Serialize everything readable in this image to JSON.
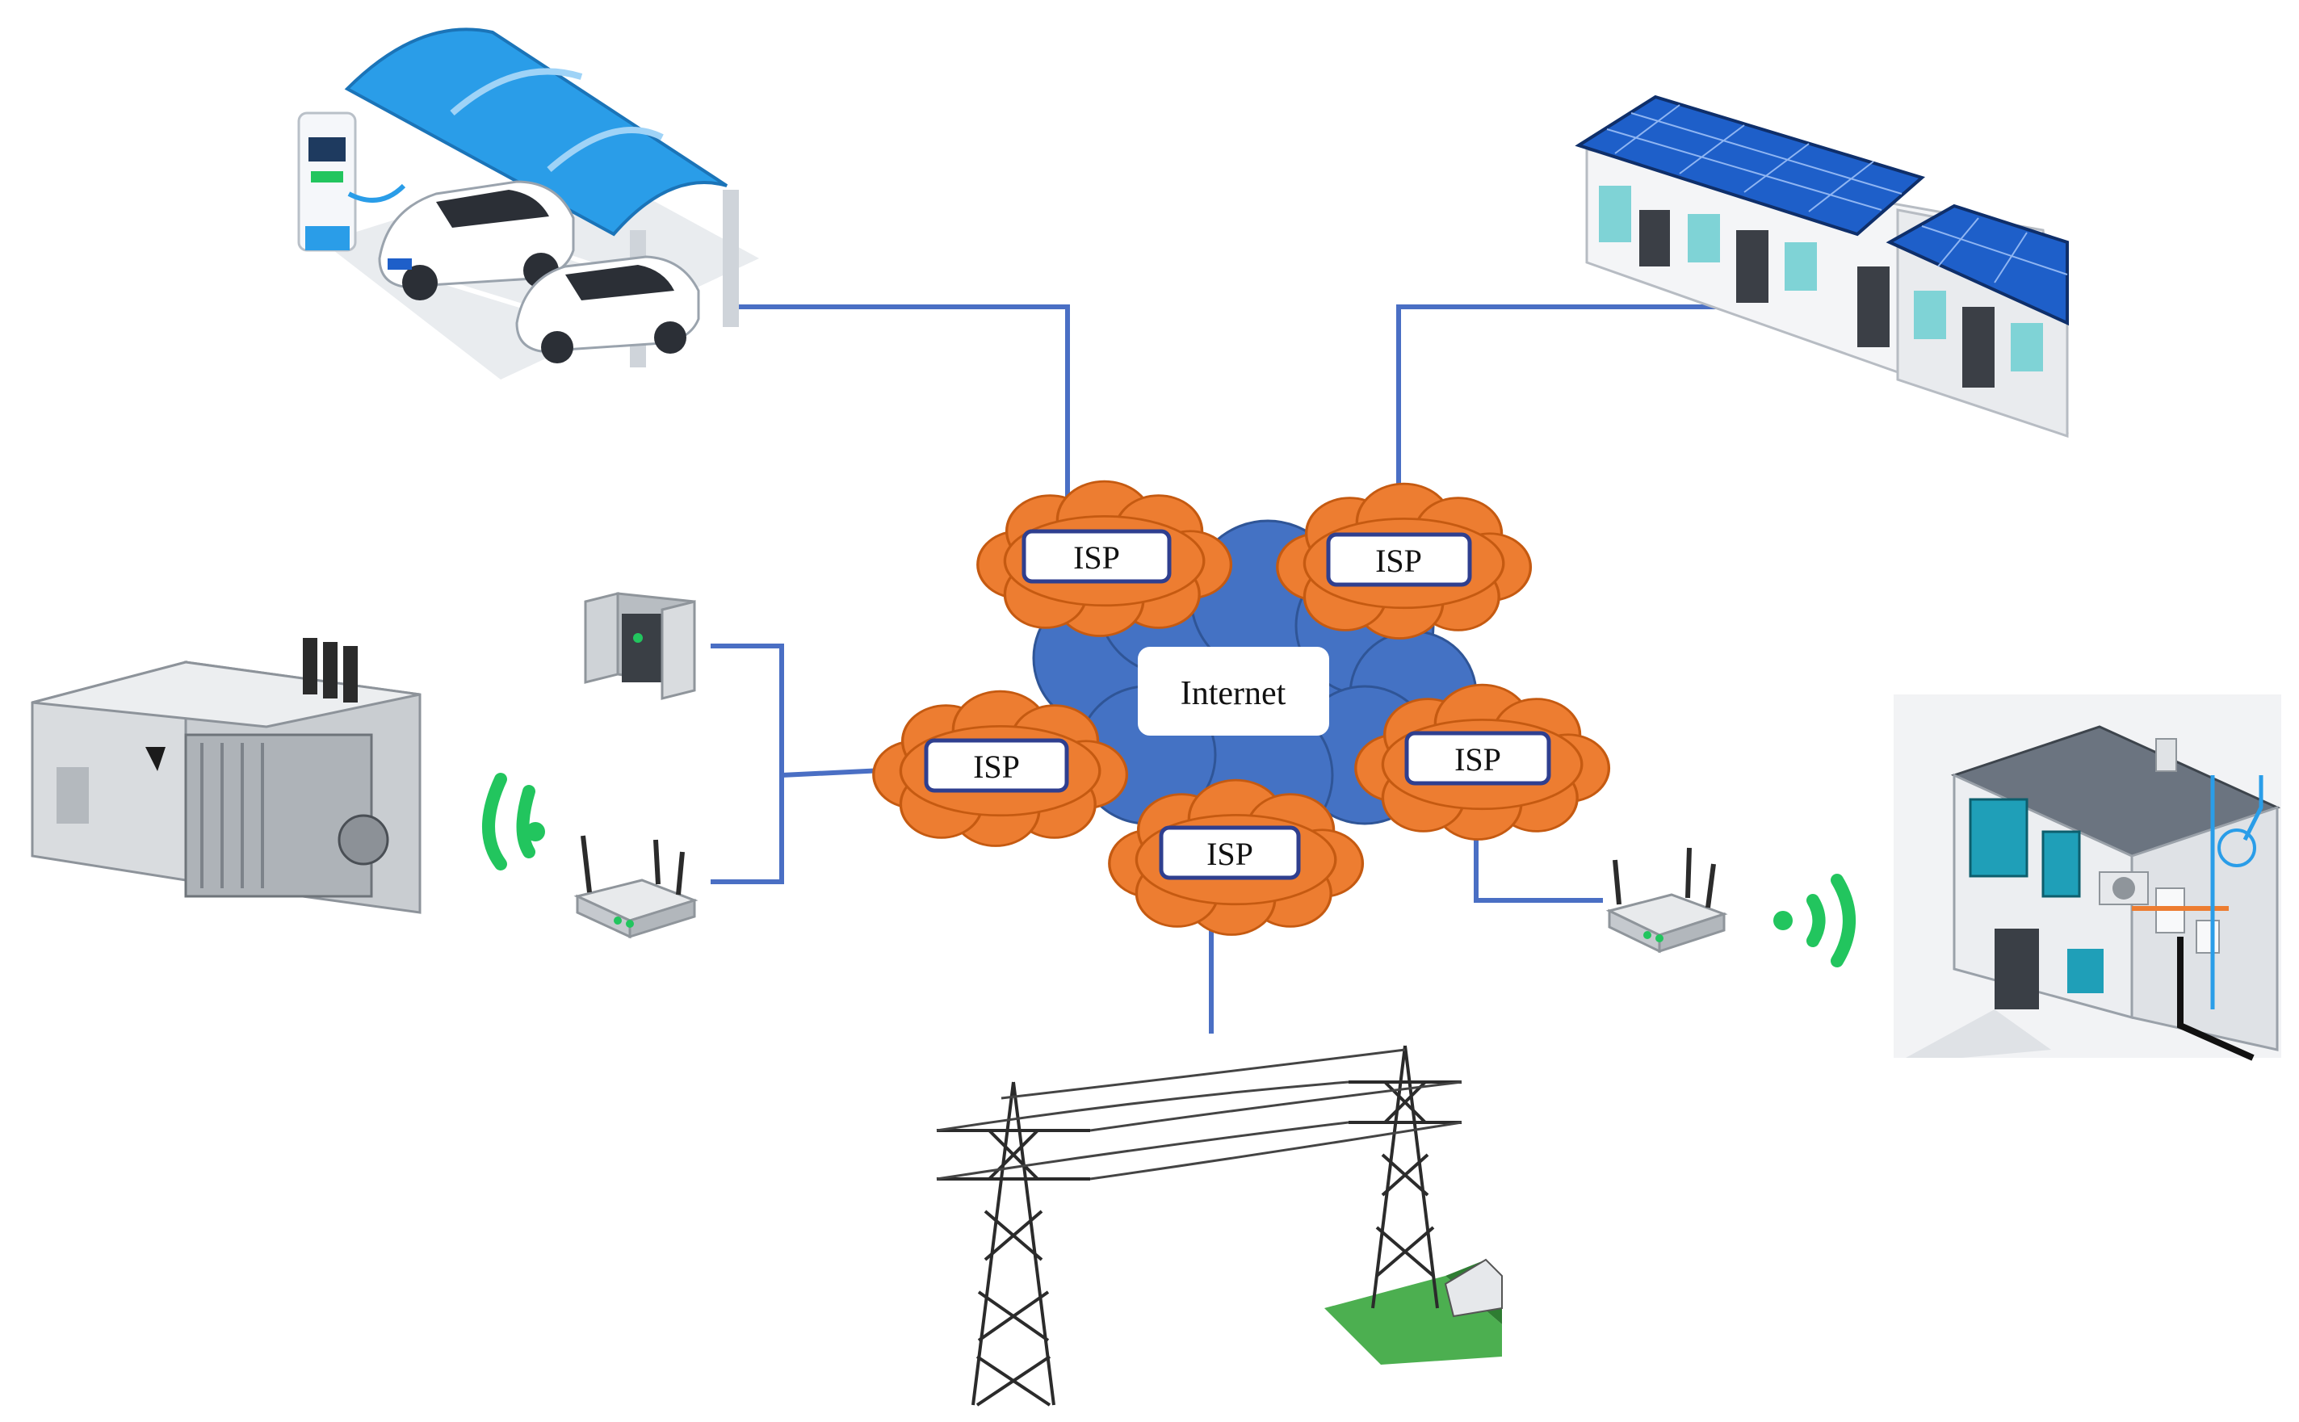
{
  "internet": {
    "label": "Internet"
  },
  "isp_nodes": [
    {
      "id": "isp-top-left",
      "label": "ISP"
    },
    {
      "id": "isp-top-right",
      "label": "ISP"
    },
    {
      "id": "isp-left",
      "label": "ISP"
    },
    {
      "id": "isp-right",
      "label": "ISP"
    },
    {
      "id": "isp-bottom",
      "label": "ISP"
    }
  ],
  "devices": [
    {
      "id": "ev-charging-station",
      "icon": "ev-charging-icon"
    },
    {
      "id": "solar-rooftop-building",
      "icon": "solar-building-icon"
    },
    {
      "id": "substation-transformer",
      "icon": "transformer-icon"
    },
    {
      "id": "server",
      "icon": "server-icon"
    },
    {
      "id": "router-left",
      "icon": "router-icon"
    },
    {
      "id": "router-right",
      "icon": "router-icon"
    },
    {
      "id": "smart-home",
      "icon": "smart-home-icon"
    },
    {
      "id": "transmission-towers",
      "icon": "power-tower-icon"
    }
  ],
  "colors": {
    "cloud_blue": "#4472c4",
    "isp_orange": "#ed7d31",
    "wire_blue": "#4a6fc4",
    "wireless_green": "#22c55e",
    "canopy_blue": "#2a9de8",
    "solar_blue": "#1e5fc9"
  }
}
